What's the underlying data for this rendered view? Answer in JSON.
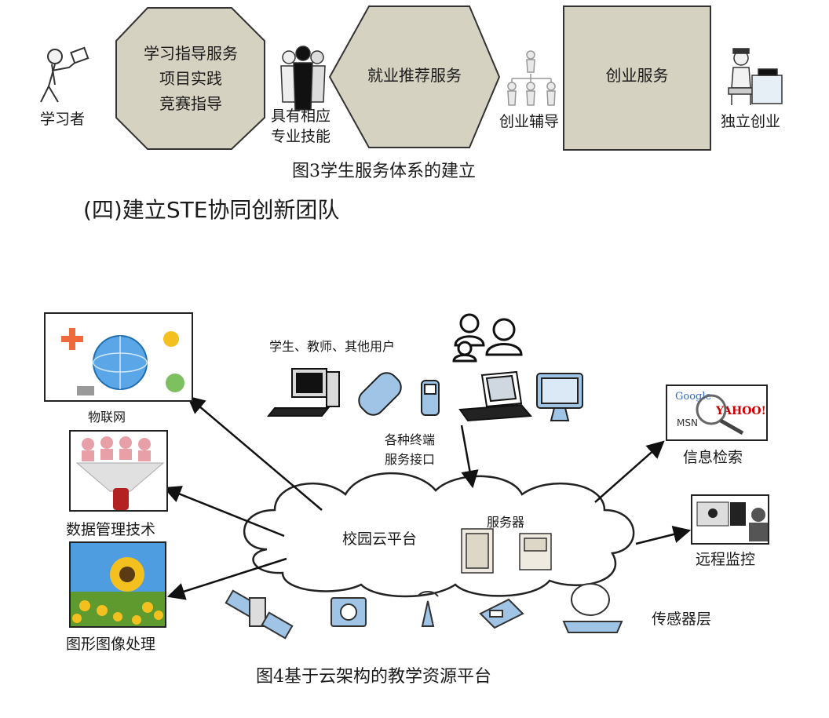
{
  "figure3": {
    "learner_label": "学习者",
    "octagon_lines": [
      "学习指导服务",
      "项目实践",
      "竞赛指导"
    ],
    "skills_label_lines": [
      "具有相应",
      "专业技能"
    ],
    "hexagon_label": "就业推荐服务",
    "startup_coach_label": "创业辅导",
    "rect_label": "创业服务",
    "independent_label": "独立创业",
    "caption": "图3学生服务体系的建立"
  },
  "section_heading": "(四)建立STE协同创新团队",
  "figure4": {
    "users_label": "学生、教师、其他用户",
    "terminals_label_lines": [
      "各种终端",
      "服务接口"
    ],
    "cloud_label": "校园云平台",
    "server_label": "服务器",
    "iot_label": "物联网",
    "data_label": "数据管理技术",
    "image_label": "图形图像处理",
    "search_label": "信息检索",
    "monitor_label": "远程监控",
    "sensor_label": "传感器层",
    "search_logo_texts": [
      "Google",
      "YAHOO!",
      "MSN"
    ],
    "caption": "图4基于云架构的教学资源平台"
  },
  "colors": {
    "shape_fill": "#d5d2c1",
    "shape_stroke": "#333333",
    "device_blue": "#9fc4e6",
    "sky_blue": "#5aa6e6",
    "sun_yellow": "#f4c020",
    "pink": "#e8a0a8"
  }
}
